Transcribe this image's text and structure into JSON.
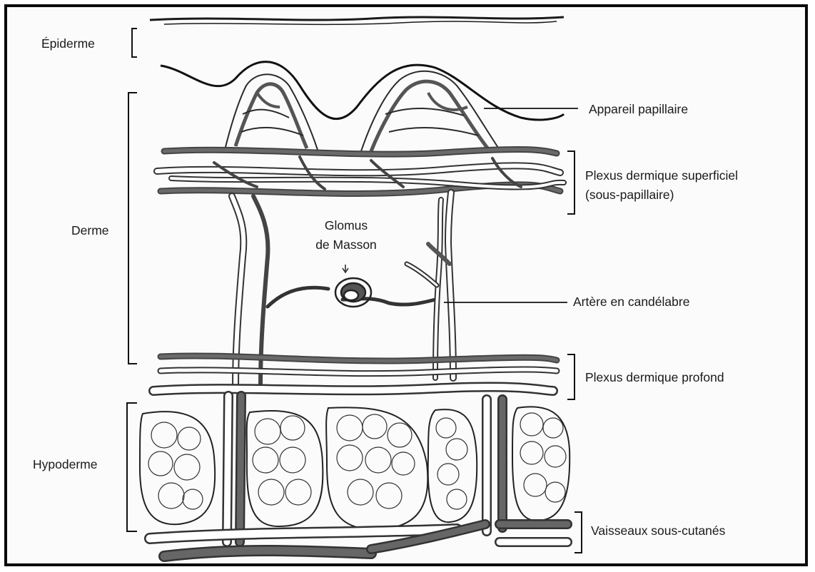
{
  "diagram": {
    "labels": {
      "epiderme": "Épiderme",
      "derme": "Derme",
      "hypoderme": "Hypoderme",
      "appareil_papillaire": "Appareil papillaire",
      "plexus_superficiel_line1": "Plexus dermique superficiel",
      "plexus_superficiel_line2": "(sous-papillaire)",
      "glomus_line1": "Glomus",
      "glomus_line2": "de Masson",
      "artere_candelabre": "Artère en candélabre",
      "plexus_profond": "Plexus dermique profond",
      "vaisseaux_sous_cutanes": "Vaisseaux sous-cutanés"
    },
    "colors": {
      "frame": "#0a0a0a",
      "background": "#fbfbfb",
      "ink": "#1a1a1a",
      "vessel_dark": "#4a4a4a",
      "vessel_light": "#ffffff"
    }
  }
}
